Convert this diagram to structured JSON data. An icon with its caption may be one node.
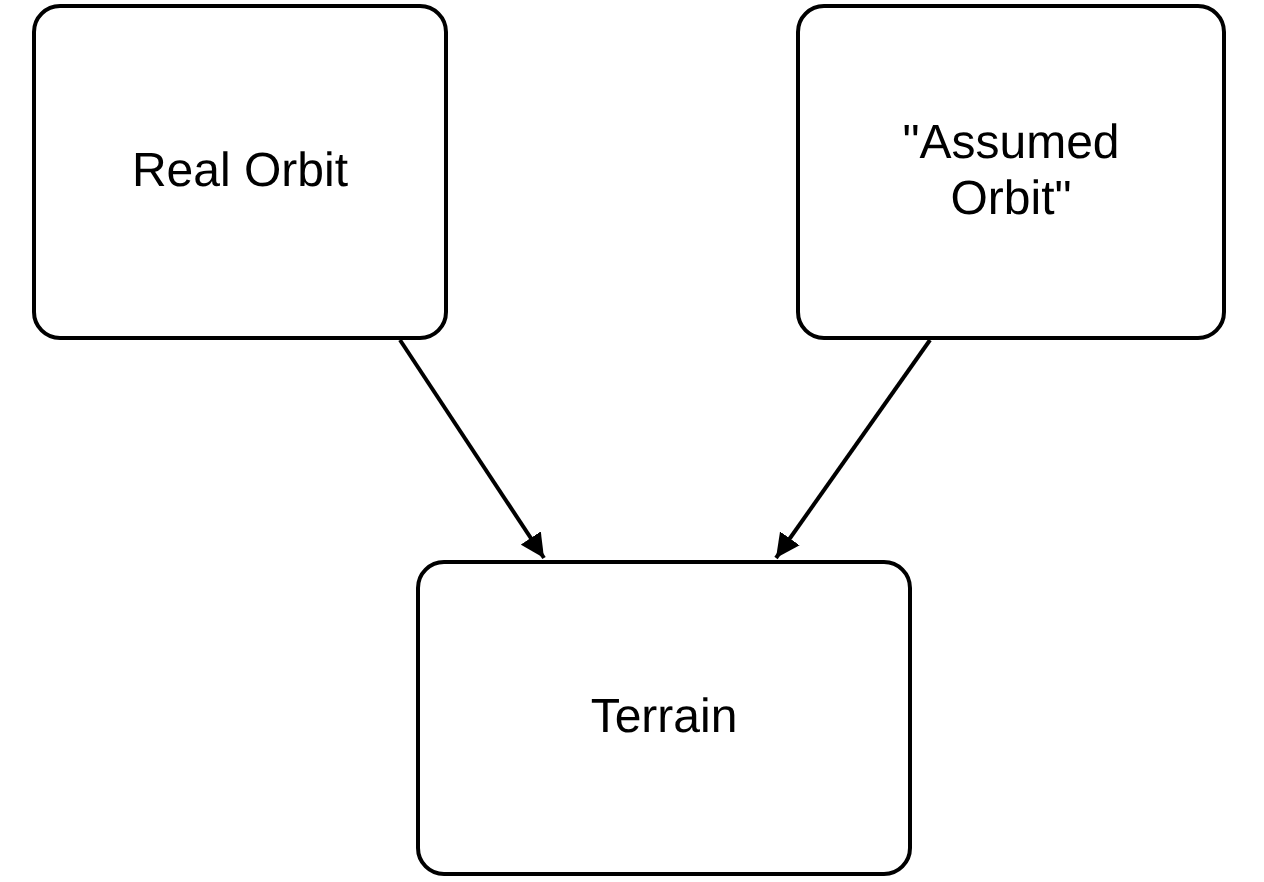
{
  "diagram": {
    "nodes": [
      {
        "text": [
          "Real Orbit"
        ]
      },
      {
        "text": [
          "\"Assumed Orbit\""
        ]
      },
      {
        "text": [
          "Terrain"
        ]
      }
    ],
    "edges": [
      {
        "from": 0,
        "to": 2,
        "arrow": "to"
      },
      {
        "from": 1,
        "to": 2,
        "arrow": "to"
      }
    ]
  }
}
